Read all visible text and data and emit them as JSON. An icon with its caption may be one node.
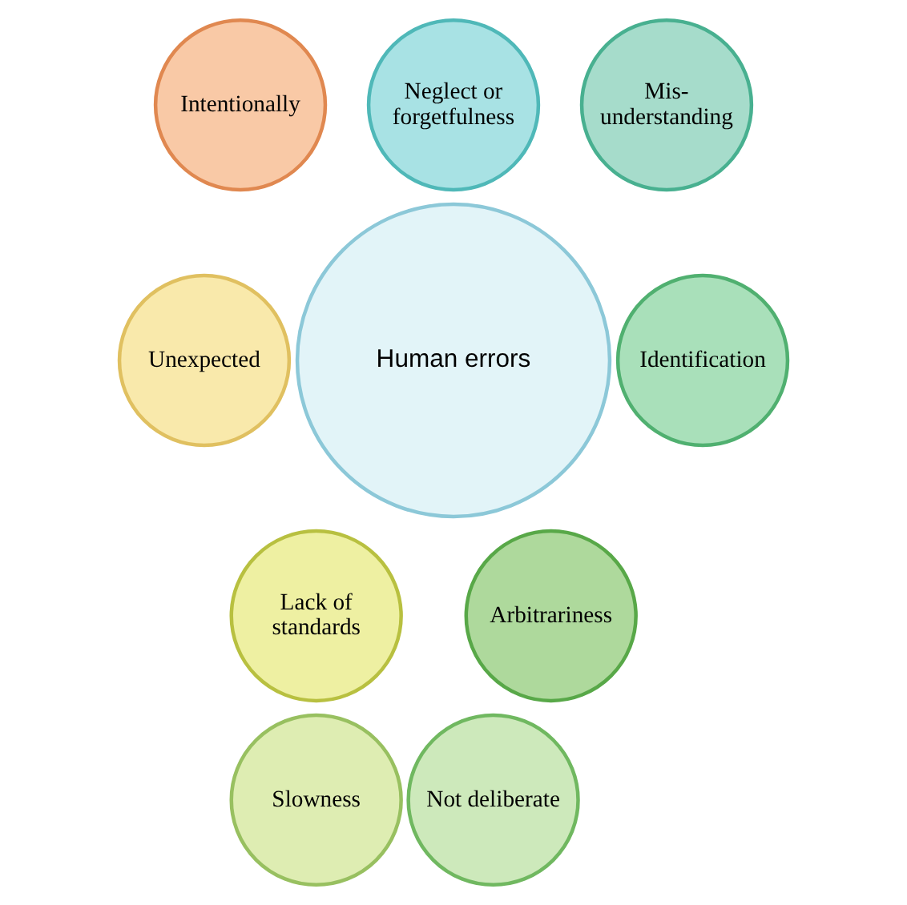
{
  "diagram": {
    "nodes": [
      {
        "text": [
          "Human errors"
        ]
      },
      {
        "text": [
          "Neglect or forgetfulness"
        ]
      },
      {
        "text": [
          "Mis- understanding"
        ]
      },
      {
        "text": [
          "Identification"
        ]
      },
      {
        "text": [
          "Arbitrariness"
        ]
      },
      {
        "text": [
          "Not deliberate"
        ]
      },
      {
        "text": [
          "Slowness"
        ]
      },
      {
        "text": [
          "Lack of standards"
        ]
      },
      {
        "text": [
          "Unexpected"
        ]
      },
      {
        "text": [
          "Intentionally"
        ]
      }
    ]
  }
}
